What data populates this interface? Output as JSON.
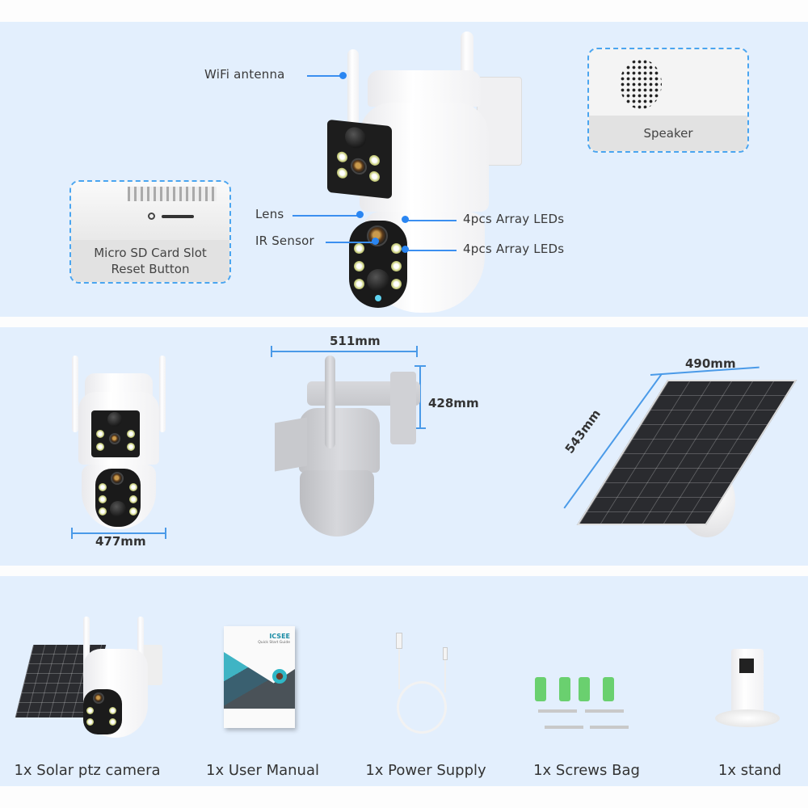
{
  "features": {
    "wifi_antenna": "WiFi antenna",
    "speaker": "Speaker",
    "sd_slot_line1": "Micro SD Card Slot",
    "sd_slot_line2": "Reset Button",
    "lens": "Lens",
    "ir_sensor": "IR Sensor",
    "leds_upper": "4pcs Array LEDs",
    "leds_lower": "4pcs Array LEDs"
  },
  "dimensions": {
    "front_width": "477mm",
    "side_width": "511mm",
    "side_height": "428mm",
    "panel_width": "490mm",
    "panel_height": "543mm"
  },
  "package": {
    "items": [
      {
        "label": "1x Solar ptz camera"
      },
      {
        "label": "1x User Manual",
        "cover_brand": "ICSEE",
        "cover_subtitle": "Quick Start Guide"
      },
      {
        "label": "1x Power Supply"
      },
      {
        "label": "1x Screws Bag"
      },
      {
        "label": "1x stand"
      }
    ]
  },
  "colors": {
    "panel_bg": "#e3effd",
    "accent": "#2a86f2"
  }
}
